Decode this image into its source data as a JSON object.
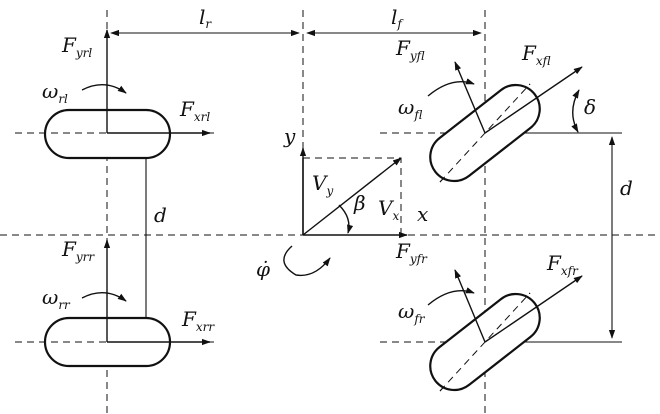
{
  "labels": {
    "lr": {
      "main": "l",
      "sub": "r"
    },
    "lf": {
      "main": "l",
      "sub": "f"
    },
    "Fyrl": {
      "main": "F",
      "sub": "yrl"
    },
    "wrl": {
      "main": "ω",
      "sub": "rl"
    },
    "Fxrl": {
      "main": "F",
      "sub": "xrl"
    },
    "Fyfl": {
      "main": "F",
      "sub": "yfl"
    },
    "Fxfl": {
      "main": "F",
      "sub": "xfl"
    },
    "wfl": {
      "main": "ω",
      "sub": "fl"
    },
    "delta": {
      "main": "δ",
      "sub": ""
    },
    "y": {
      "main": "y",
      "sub": ""
    },
    "Vy": {
      "main": "V",
      "sub": "y"
    },
    "beta": {
      "main": "β",
      "sub": ""
    },
    "Vx": {
      "main": "V",
      "sub": "x"
    },
    "x": {
      "main": "x",
      "sub": ""
    },
    "d_left": {
      "main": "d",
      "sub": ""
    },
    "d_right": {
      "main": "d",
      "sub": ""
    },
    "phidot": {
      "main": "φ̇",
      "sub": ""
    },
    "Fyrr": {
      "main": "F",
      "sub": "yrr"
    },
    "wrr": {
      "main": "ω",
      "sub": "rr"
    },
    "Fxrr": {
      "main": "F",
      "sub": "xrr"
    },
    "Fyfr": {
      "main": "F",
      "sub": "yfr"
    },
    "wfr": {
      "main": "ω",
      "sub": "fr"
    },
    "Fxfr": {
      "main": "F",
      "sub": "xfr"
    }
  }
}
